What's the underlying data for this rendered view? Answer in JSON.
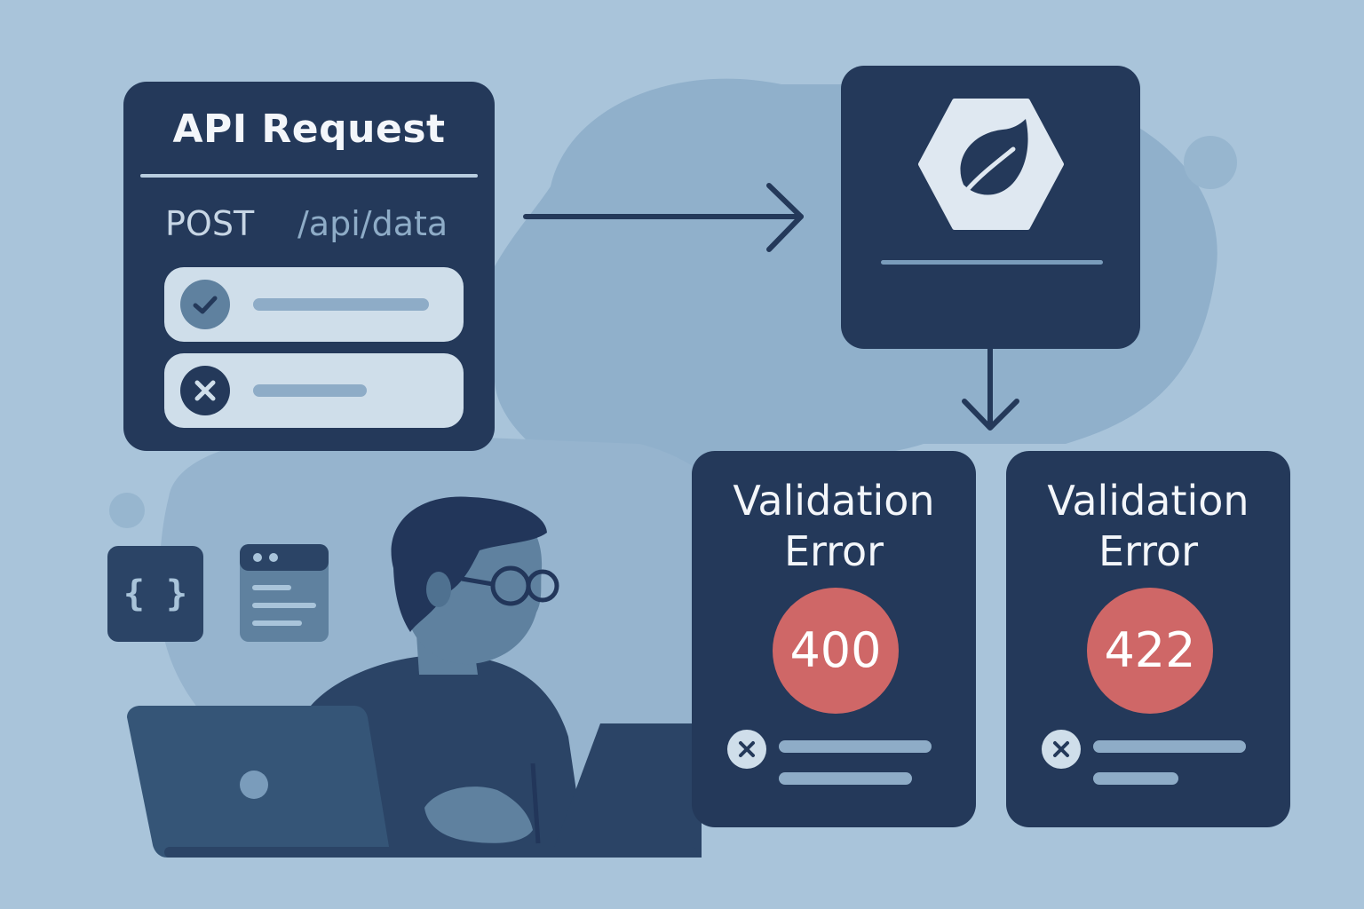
{
  "request": {
    "title": "API Request",
    "method": "POST",
    "path": "/api/data",
    "fields": [
      {
        "status": "valid",
        "icon": "checkmark-icon"
      },
      {
        "status": "invalid",
        "icon": "x-icon"
      }
    ]
  },
  "service": {
    "icon": "spring-leaf-icon"
  },
  "errors": [
    {
      "title_line1": "Validation",
      "title_line2": "Error",
      "code": "400"
    },
    {
      "title_line1": "Validation",
      "title_line2": "Error",
      "code": "422"
    }
  ],
  "icons": {
    "code_tile": "{ }",
    "window_tile": "browser-window-icon"
  },
  "colors": {
    "background": "#a9c4da",
    "card": "#24395a",
    "error_badge": "#cf6767",
    "light_pill": "#cfdeea",
    "accent_line": "#8eacc7"
  }
}
